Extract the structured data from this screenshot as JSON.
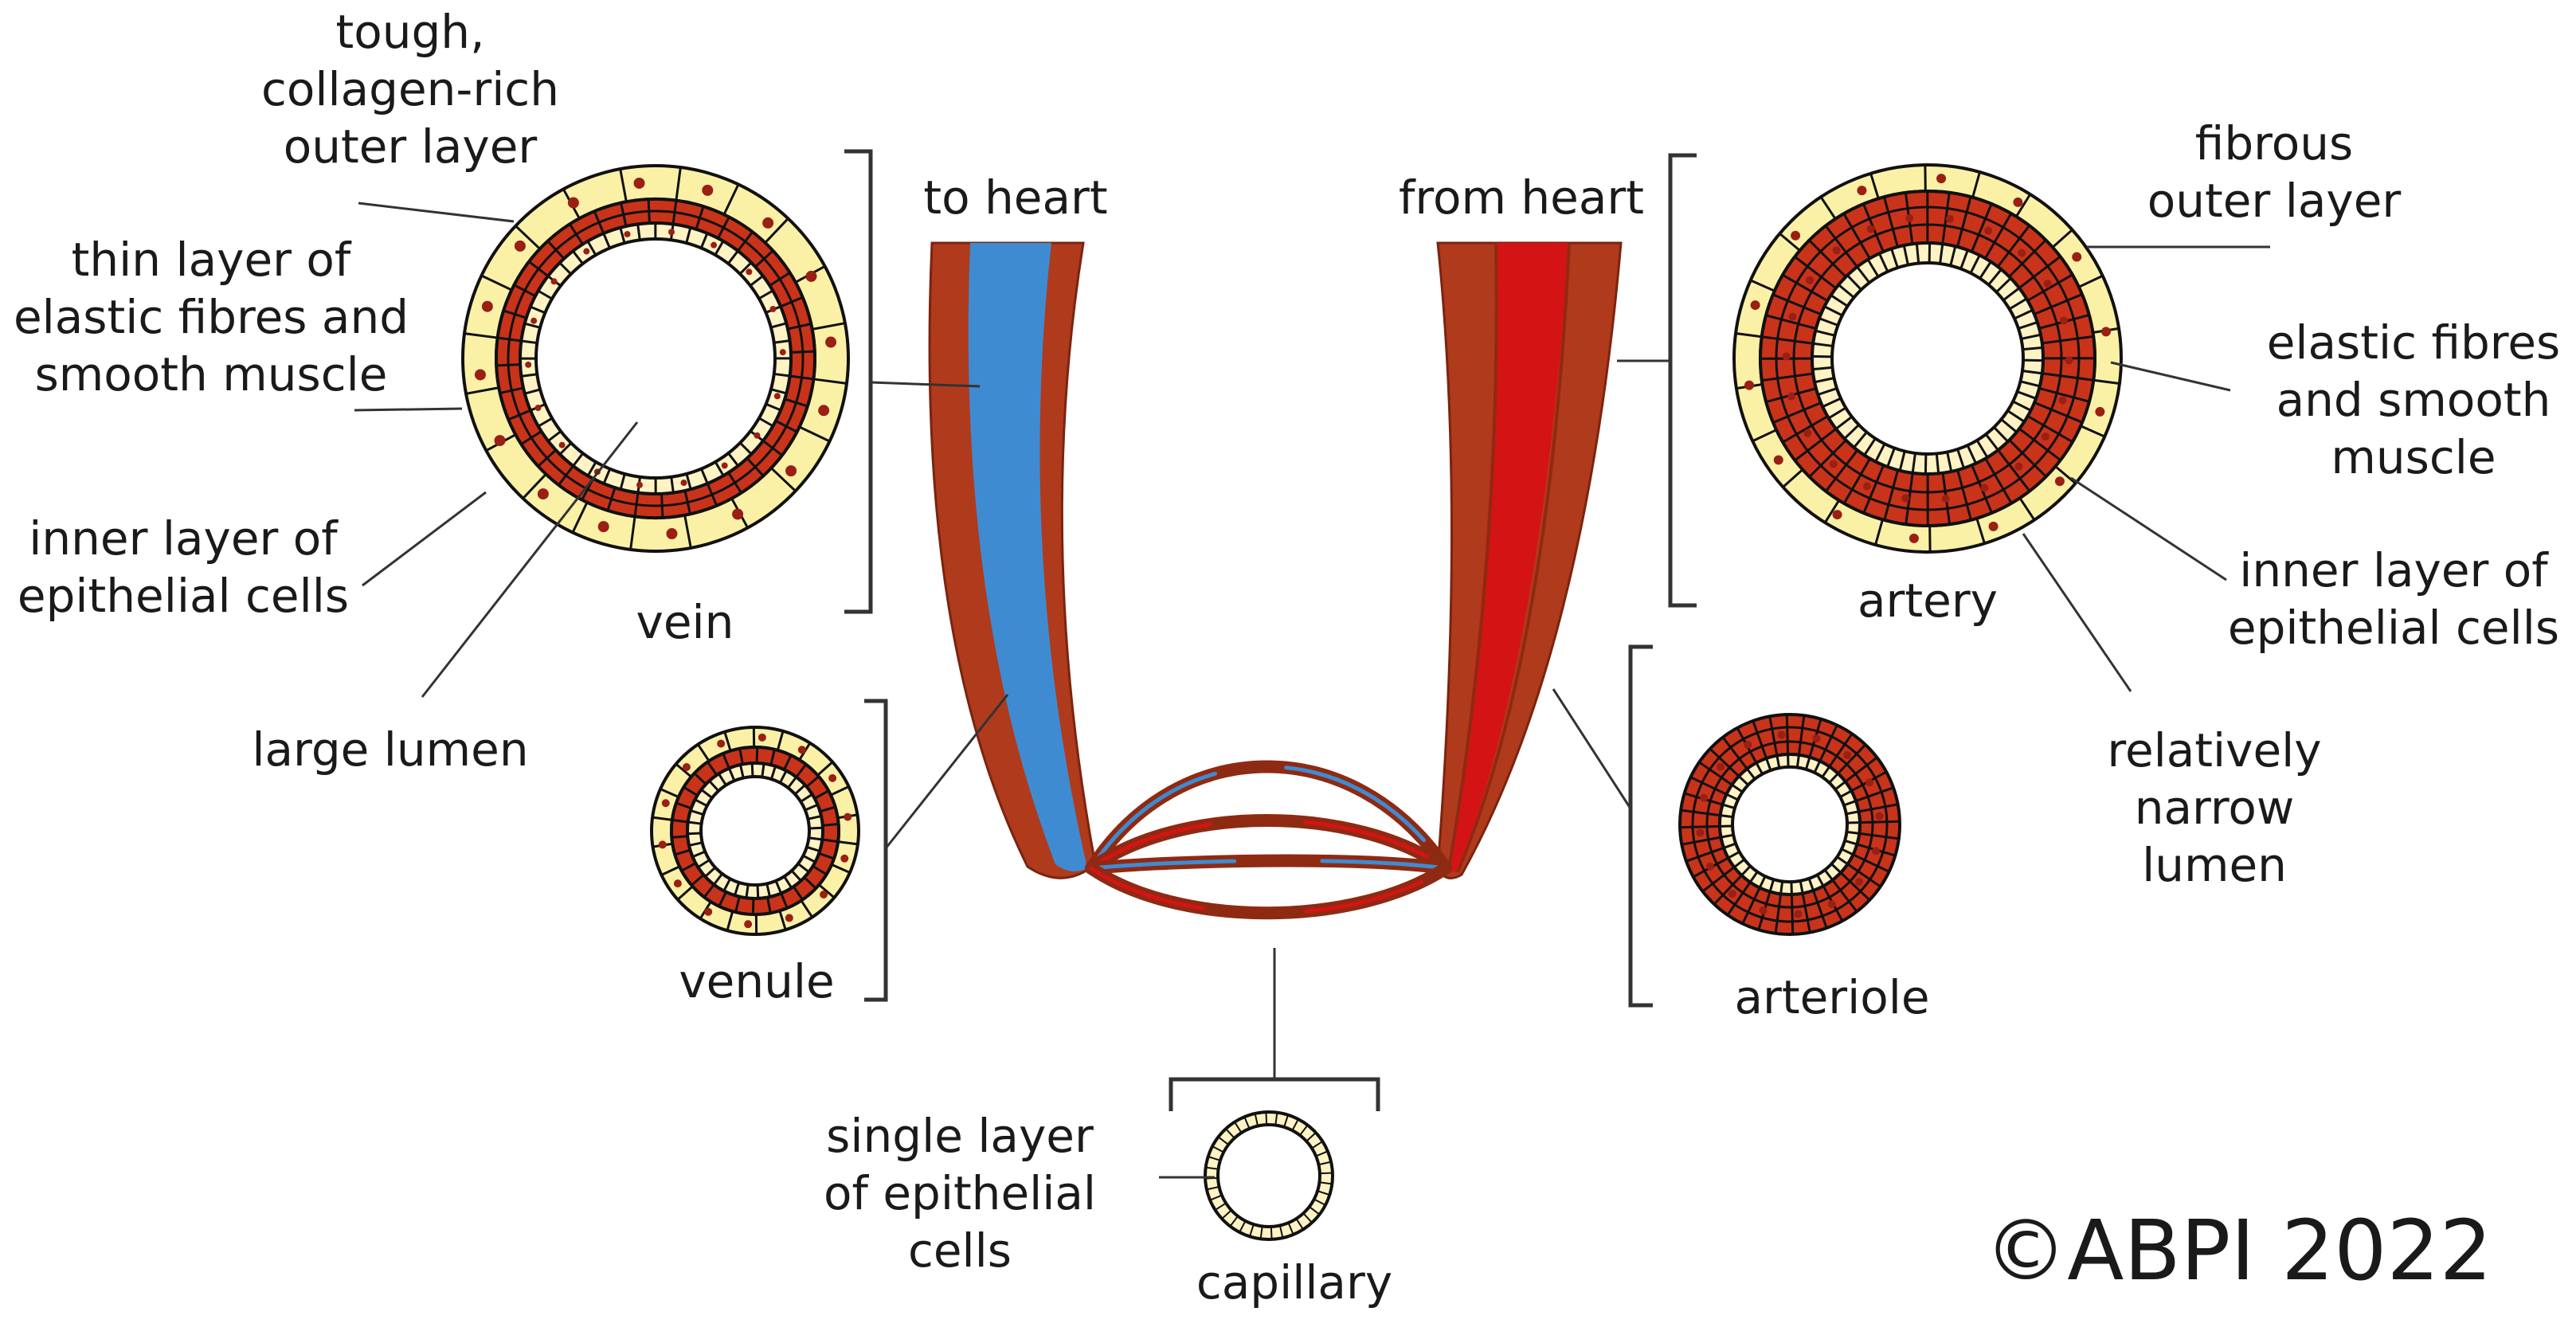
{
  "colors": {
    "vein_blood": "#3f8bd1",
    "artery_blood": "#d41414",
    "vessel_wall": "#b03a1c",
    "muscle_layer": "#c9331a",
    "outer_layer": "#fbf1a6",
    "epithelium": "#fff3c4",
    "cell_dot": "#9a1f14",
    "line": "#333333"
  },
  "labels": {
    "vein_outer": [
      "tough,",
      "collagen-rich",
      "outer layer"
    ],
    "vein_muscle": [
      "thin layer of",
      "elastic fibres and",
      "smooth muscle"
    ],
    "vein_inner": [
      "inner layer of",
      "epithelial cells"
    ],
    "vein_lumen": "large lumen",
    "vein": "vein",
    "to_heart": "to heart",
    "from_heart": "from heart",
    "artery_outer": [
      "fibrous",
      "outer layer"
    ],
    "artery_muscle": [
      "elastic fibres",
      "and smooth",
      "muscle"
    ],
    "artery_inner": [
      "inner layer of",
      "epithelial cells"
    ],
    "artery_lumen": [
      "relatively",
      "narrow",
      "lumen"
    ],
    "artery": "artery",
    "venule": "venule",
    "arteriole": "arteriole",
    "capillary_layer": [
      "single layer",
      "of epithelial",
      "cells"
    ],
    "capillary": "capillary",
    "copyright": "©ABPI 2022"
  }
}
